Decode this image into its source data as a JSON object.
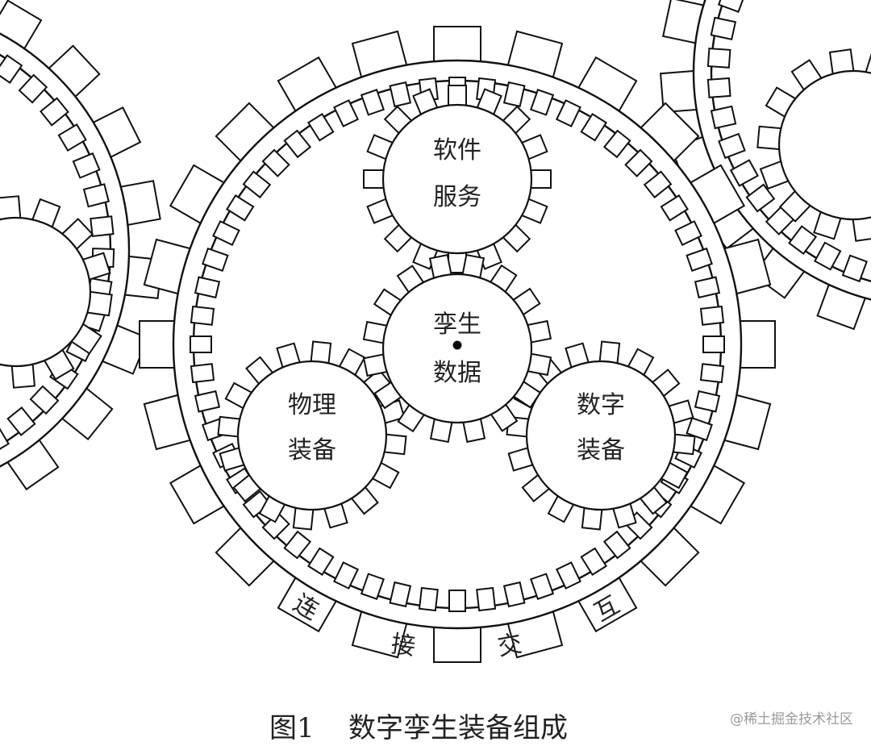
{
  "gears": {
    "software_service": {
      "line1": "软件",
      "line2": "服务"
    },
    "twin_data": {
      "line1": "孪生",
      "line2": "数据"
    },
    "physical_equipment": {
      "line1": "物理",
      "line2": "装备"
    },
    "digital_equipment": {
      "line1": "数字",
      "line2": "装备"
    }
  },
  "ring_teeth_labels": [
    "连",
    "接",
    "交",
    "互"
  ],
  "caption": {
    "figure_no": "图1",
    "title": "数字孪生装备组成"
  },
  "watermark": "@稀土掘金技术社区",
  "colors": {
    "stroke": "#111111",
    "fill": "#ffffff",
    "text": "#222222"
  }
}
